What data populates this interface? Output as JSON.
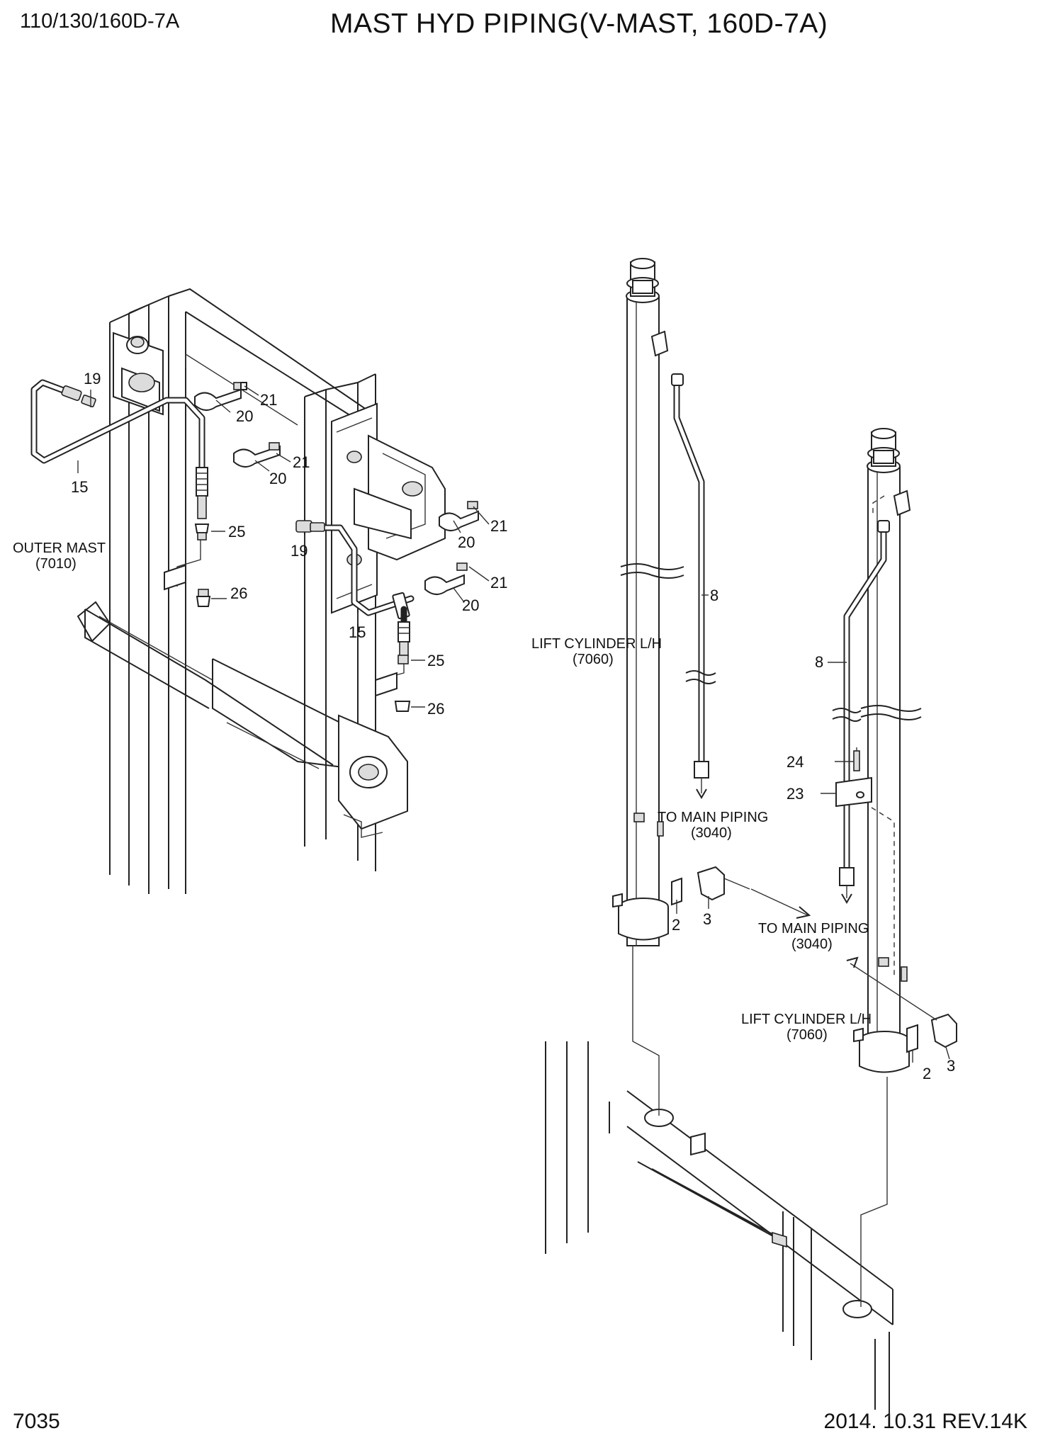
{
  "header": {
    "model": "110/130/160D-7A",
    "title": "MAST HYD PIPING(V-MAST, 160D-7A)"
  },
  "footer": {
    "page_number": "7035",
    "date_revision": "2014. 10.31  REV.14K"
  },
  "callouts": {
    "outer_mast": "OUTER MAST",
    "outer_mast_ref": "(7010)",
    "lift_cylinder_left": "LIFT CYLINDER L/H",
    "lift_cylinder_left_ref": "(7060)",
    "lift_cylinder_right": "LIFT CYLINDER L/H",
    "lift_cylinder_right_ref": "(7060)",
    "to_main_piping_1": "TO MAIN PIPING",
    "to_main_piping_1_ref": "(3040)",
    "to_main_piping_2": "TO MAIN PIPING",
    "to_main_piping_2_ref": "(3040)"
  },
  "part_numbers": {
    "p19a": "19",
    "p21a": "21",
    "p20a": "20",
    "p21b": "21",
    "p20b": "20",
    "p15a": "15",
    "p25a": "25",
    "p26a": "26",
    "p21c": "21",
    "p20c": "20",
    "p19b": "19",
    "p21d": "21",
    "p20d": "20",
    "p15b": "15",
    "p25b": "25",
    "p26b": "26",
    "p8a": "8",
    "p8b": "8",
    "p24": "24",
    "p23": "23",
    "p2a": "2",
    "p3a": "3",
    "p2b": "2",
    "p3b": "3"
  }
}
